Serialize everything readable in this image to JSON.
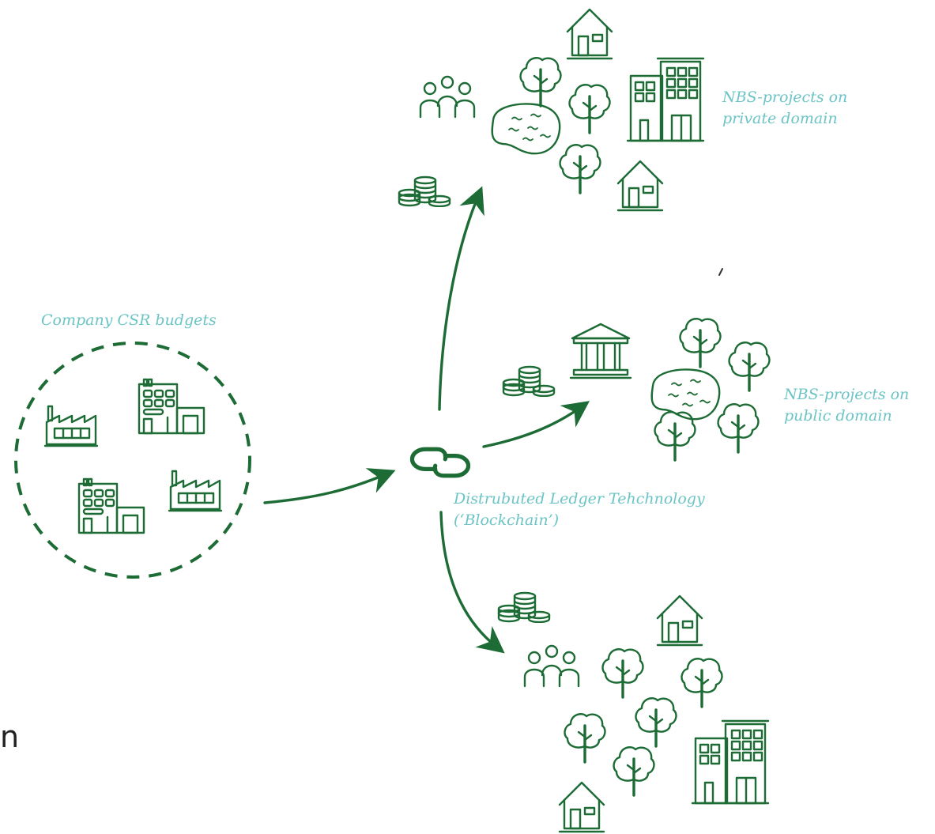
{
  "labels": {
    "csr": "Company CSR budgets",
    "private_line1": "NBS-projects on",
    "private_line2": "private domain",
    "public_line1": "NBS-projects on",
    "public_line2": "public domain",
    "dlt_line1": "Distrubuted Ledger Tehchnology",
    "dlt_line2": "(‘Blockchain’)",
    "stray_text": "n"
  },
  "colors": {
    "ink": "#1d6b35",
    "label": "#6cc4c6",
    "background": "#ffffff"
  },
  "icons": [
    "factory-icon",
    "office-building-icon",
    "chain-link-icon",
    "coins-icon",
    "house-icon",
    "tree-icon",
    "people-icon",
    "pond-icon",
    "bank-icon",
    "arrow-icon"
  ]
}
